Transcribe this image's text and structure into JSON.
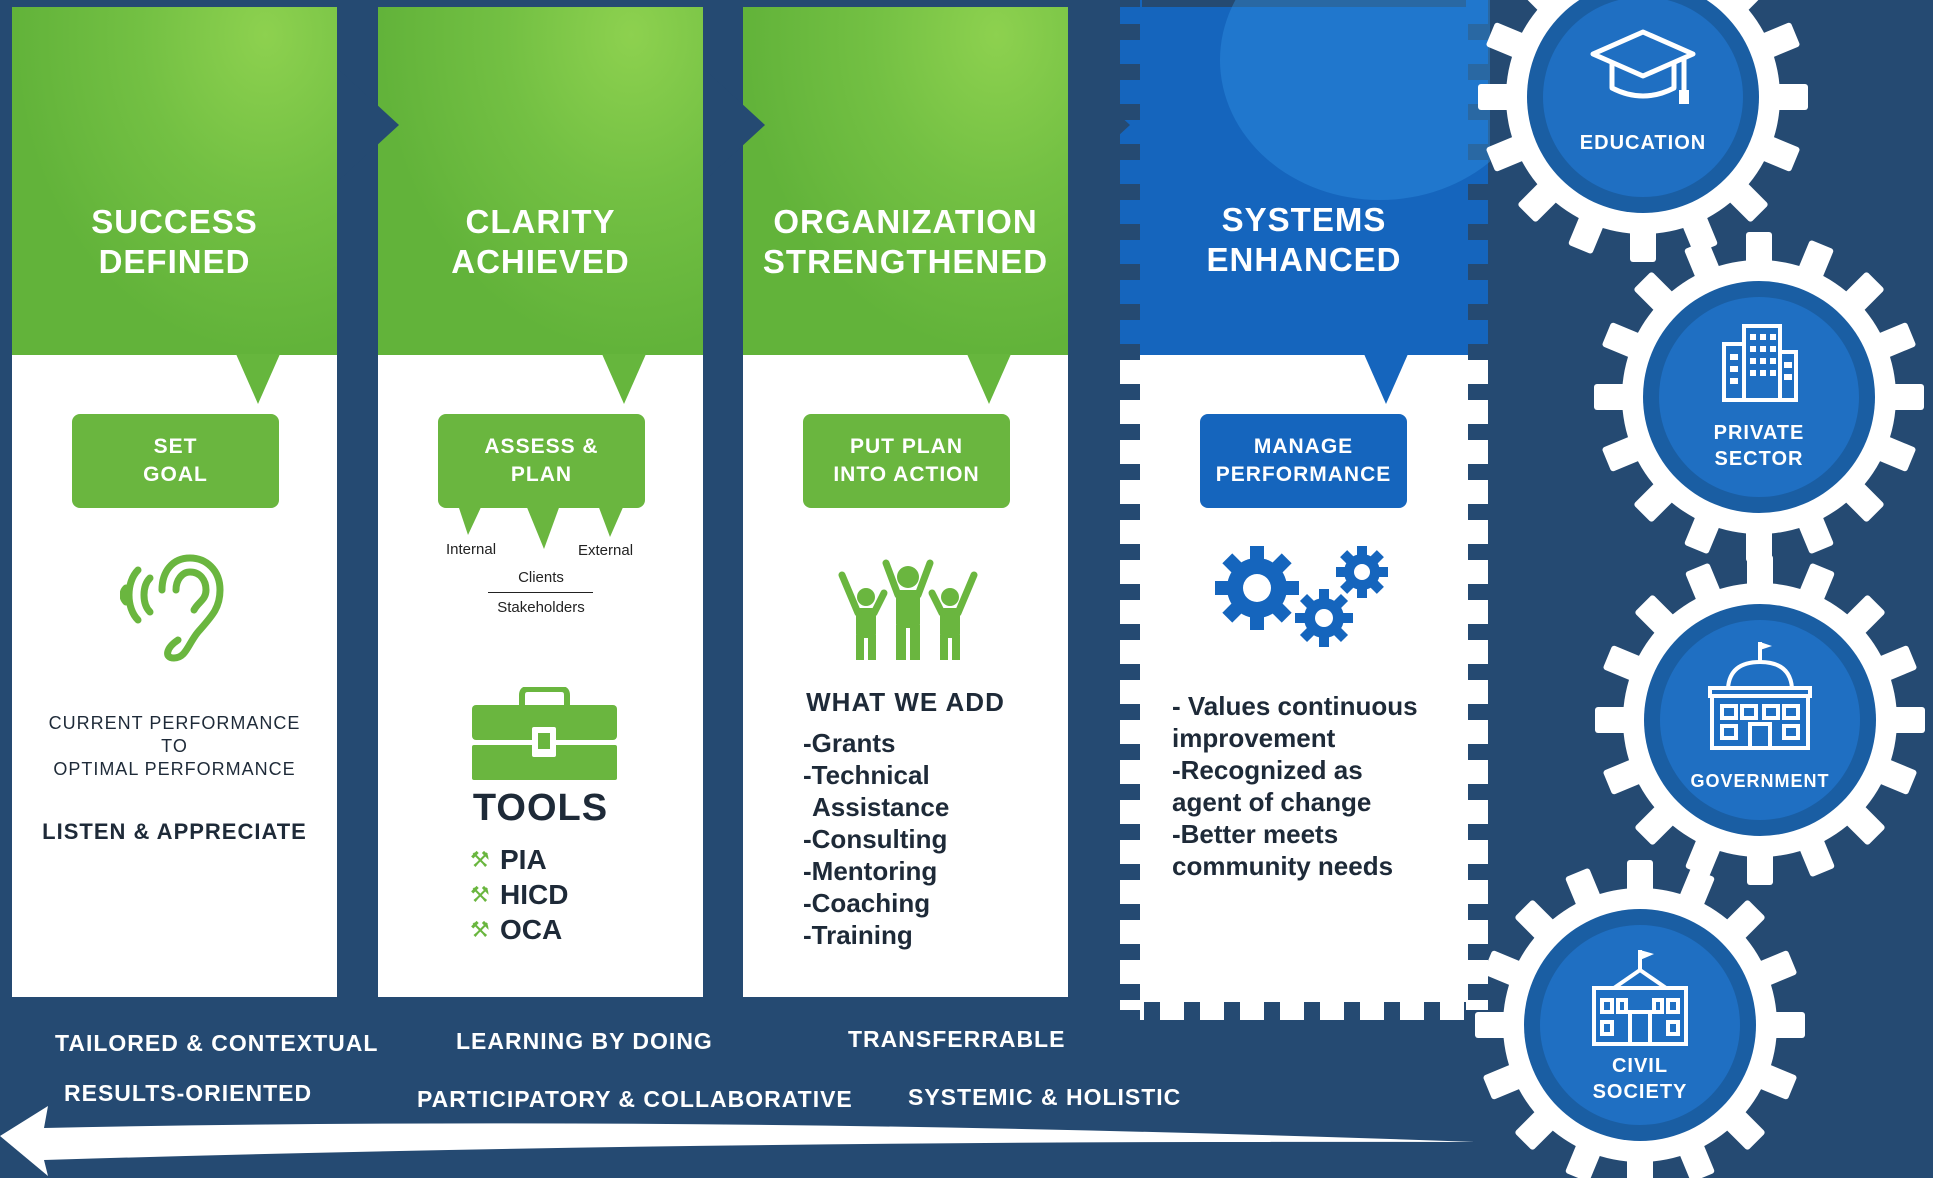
{
  "columns": [
    {
      "title": [
        "SUCCESS",
        "DEFINED"
      ],
      "step": [
        "SET",
        "GOAL"
      ]
    },
    {
      "title": [
        "CLARITY",
        "ACHIEVED"
      ],
      "step": [
        "ASSESS &",
        "PLAN"
      ]
    },
    {
      "title": [
        "ORGANIZATION",
        "STRENGTHENED"
      ],
      "step": [
        "PUT PLAN",
        "INTO ACTION"
      ]
    },
    {
      "title": [
        "SYSTEMS",
        "ENHANCED"
      ],
      "step": [
        "MANAGE",
        "PERFORMANCE"
      ]
    }
  ],
  "col1": {
    "performance": [
      "CURRENT PERFORMANCE",
      "TO",
      "OPTIMAL PERFORMANCE"
    ],
    "listen": "LISTEN & APPRECIATE",
    "icon": "listening-ear-icon"
  },
  "col2": {
    "internal": "Internal",
    "external": "External",
    "clients": "Clients",
    "stakeholders": "Stakeholders",
    "tools_title": "TOOLS",
    "tools": [
      "PIA",
      "HICD",
      "OCA"
    ],
    "icon": "toolbox-icon"
  },
  "col3": {
    "add_title": "WHAT WE ADD",
    "items": [
      "-Grants",
      "-Technical",
      "Assistance",
      "-Consulting",
      "-Mentoring",
      "-Coaching",
      "-Training"
    ],
    "icon": "people-celebrating-icon"
  },
  "col4": {
    "items": [
      "- Values continuous",
      "improvement",
      "-Recognized as",
      "agent of change",
      "-Better meets",
      "community needs"
    ],
    "icon": "gears-icon"
  },
  "principles": [
    "TAILORED & CONTEXTUAL",
    "LEARNING BY DOING",
    "TRANSFERRABLE",
    "RESULTS-ORIENTED",
    "PARTICIPATORY & COLLABORATIVE",
    "SYSTEMIC & HOLISTIC"
  ],
  "sectors": [
    {
      "label": [
        "EDUCATION"
      ],
      "icon": "graduation-cap-icon"
    },
    {
      "label": [
        "PRIVATE",
        "SECTOR"
      ],
      "icon": "office-building-icon"
    },
    {
      "label": [
        "GOVERNMENT"
      ],
      "icon": "capitol-building-icon"
    },
    {
      "label": [
        "CIVIL",
        "SOCIETY"
      ],
      "icon": "school-building-icon"
    }
  ],
  "colors": {
    "background": "#254a72",
    "green": "#6ab63f",
    "blue": "#1565bd",
    "text_dark": "#1e2a38"
  }
}
